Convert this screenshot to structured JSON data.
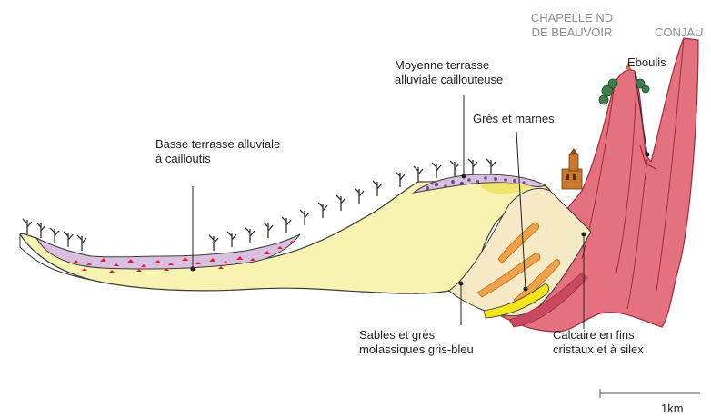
{
  "labels": {
    "chapelle": [
      "CHAPELLE ND",
      "DE BEAUVOIR"
    ],
    "conjau": "CONJAU",
    "eboulis": "Eboulis",
    "moyenne_terrasse": [
      "Moyenne terrasse",
      "alluviale caillouteuse"
    ],
    "gres_marnes": "Grès et marnes",
    "basse_terrasse": [
      "Basse terrasse alluviale",
      "à cailloutis"
    ],
    "sables_gres": [
      "Sables et grès",
      "molassiques gris-bleu"
    ],
    "calcaire": [
      "Calcaire en fins",
      "cristaux et à silex"
    ],
    "scale": "1km"
  },
  "colors": {
    "molasse": "#f9f3b2",
    "molasse_dark": "#efe56e",
    "alluvium": "#d9bfe0",
    "pebbles": "#e0202c",
    "limestone": "#e5707e",
    "limestone_edge": "#9c2b3f",
    "marl": "#f5e9c6",
    "sandstone_bands": "#f0a24a",
    "yellow_bed": "#f5e41c",
    "outline": "#3a3a3a",
    "vine": "#2f2f2f",
    "tree": "#3f7d4a",
    "chapel": "#c9782e"
  },
  "icons": [
    "vine-icon",
    "chapel-icon",
    "tree-icon",
    "pebble-icon"
  ]
}
